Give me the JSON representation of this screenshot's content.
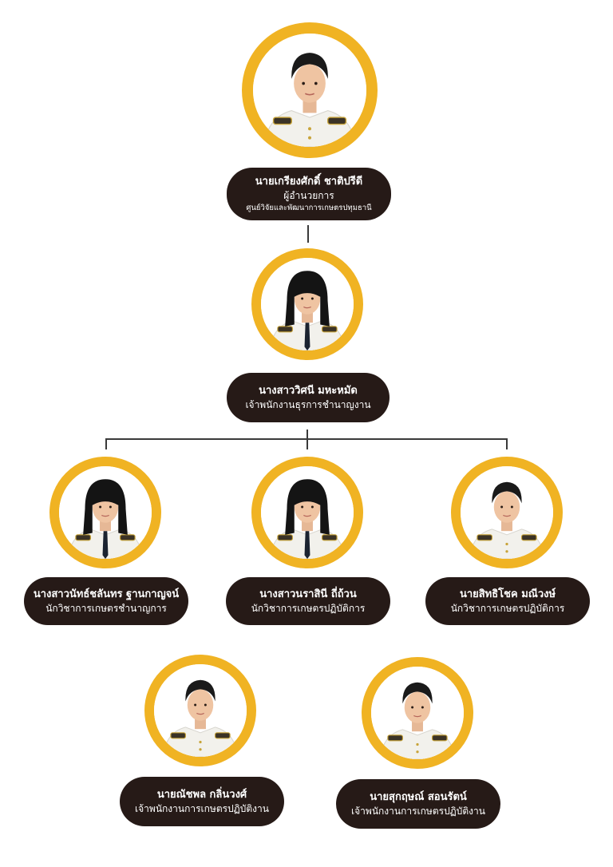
{
  "people": [
    {
      "id": "director",
      "name": "นายเกรียงศักดิ์ ชาติปรีดี",
      "position": "ผู้อำนวยการ",
      "organization": "ศูนย์วิจัยและพัฒนาการเกษตรปทุมธานี",
      "gender": "male"
    },
    {
      "id": "admin",
      "name": "นางสาววิศนี มหะหมัด",
      "position": "เจ้าพนักงานธุรการชำนาญงาน",
      "gender": "female"
    },
    {
      "id": "staff-1",
      "name": "นางสาวนัทธ์ชลันทร ฐานกาญจน์",
      "position": "นักวิชาการเกษตรชำนาญการ",
      "gender": "female"
    },
    {
      "id": "staff-2",
      "name": "นางสาวนราสินี ถี่ถ้วน",
      "position": "นักวิชาการเกษตรปฏิบัติการ",
      "gender": "female"
    },
    {
      "id": "staff-3",
      "name": "นายสิทธิโชค มณีวงษ์",
      "position": "นักวิชาการเกษตรปฏิบัติการ",
      "gender": "male"
    },
    {
      "id": "staff-4",
      "name": "นายณัชพล กลิ่นวงศ์",
      "position": "เจ้าพนักงานการเกษตรปฏิบัติงาน",
      "gender": "male"
    },
    {
      "id": "staff-5",
      "name": "นายสุกฤษณ์ สอนรัตน์",
      "position": "เจ้าพนักงานการเกษตรปฏิบัติงาน",
      "gender": "male"
    }
  ],
  "colors": {
    "ring": "#f0b323",
    "label_background": "#261a17",
    "label_text": "#ffffff",
    "connector": "#3a3a3a"
  }
}
